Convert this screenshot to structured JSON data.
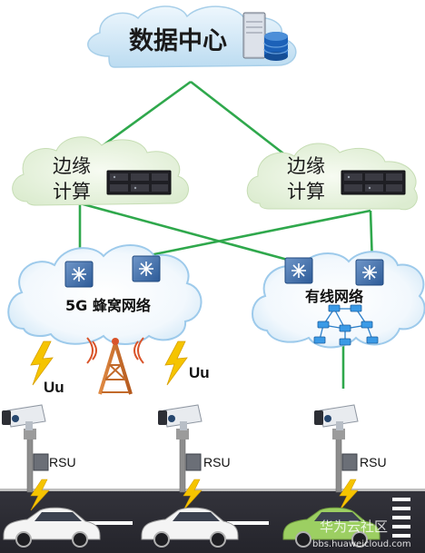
{
  "nodes": {
    "data_center": "数据中心",
    "edge_left": {
      "line1": "边缘",
      "line2": "计算"
    },
    "edge_right": {
      "line1": "边缘",
      "line2": "计算"
    },
    "cellular_network": "5G 蜂窝网络",
    "wired_network": "有线网络"
  },
  "links": {
    "uu_left": "Uu",
    "uu_right": "Uu",
    "rsu_1": "RSU",
    "rsu_2": "RSU",
    "rsu_3": "RSU"
  },
  "watermark": {
    "brand": "华为云社区",
    "url": "bbs.huaweicloud.com"
  },
  "colors": {
    "cloud_top": "#d3e8f6",
    "cloud_edge": "#e7f2dd",
    "link_green": "#2fa84c",
    "road": "#2d2d35",
    "lightning": "#f5c400"
  }
}
